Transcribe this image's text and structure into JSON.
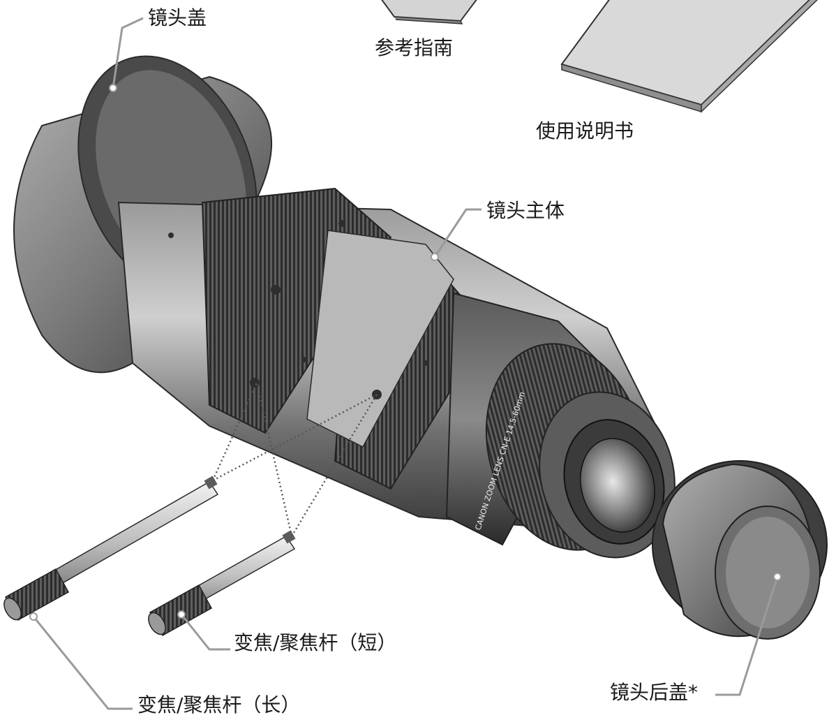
{
  "labels": {
    "lens_cap": "镜头盖",
    "reference_guide": "参考指南",
    "operating_manual": "使用说明书",
    "lens_body": "镜头主体",
    "rod_short": "变焦/聚焦杆（短）",
    "rod_long": "变焦/聚焦杆（长）",
    "rear_cap": "镜头后盖*"
  },
  "lens_markings": {
    "brand_text": "CANON ZOOM LENS CN-E 14.5-60mm"
  },
  "colors": {
    "metal_dark": "#3d3d3d",
    "metal_mid": "#7a7a7a",
    "metal_light": "#bdbdbd",
    "paper": "#d9d9d9",
    "leader": "#9a9a9a"
  }
}
